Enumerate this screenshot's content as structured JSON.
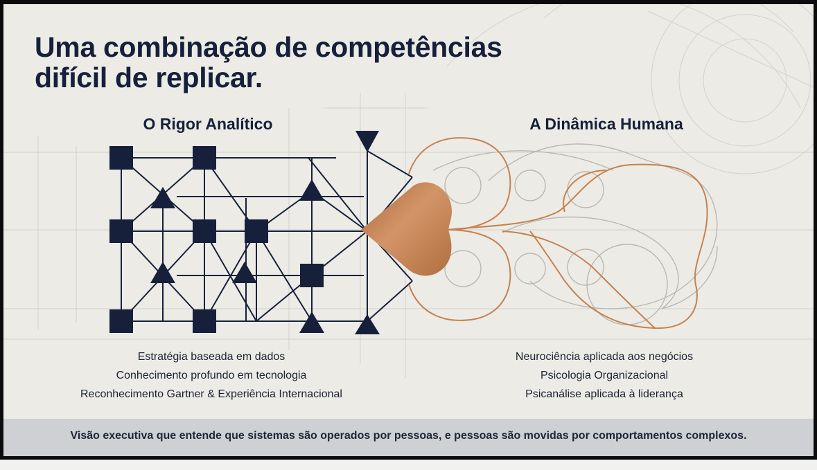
{
  "title": {
    "line1": "Uma combinação de competências",
    "line2": "difícil de replicar."
  },
  "left_column": {
    "heading": "O Rigor Analítico",
    "items": [
      "Estratégia baseada em dados",
      "Conhecimento profundo em tecnologia",
      "Reconhecimento Gartner & Experiência Internacional"
    ]
  },
  "right_column": {
    "heading": "A Dinâmica Humana",
    "items": [
      "Neurociência aplicada aos negócios",
      "Psicologia Organizacional",
      "Psicanálise aplicada à liderança"
    ]
  },
  "footer": {
    "text": "Visão executiva que entende que sistemas são operados por pessoas, e pessoas são movidas por comportamentos complexos."
  },
  "colors": {
    "navy": "#16203a",
    "copper": "#c6814f",
    "background": "#ecebe6",
    "footer_band": "#cfd0d3"
  },
  "icons": [
    "network-node-square",
    "network-node-triangle",
    "copper-heart-shape",
    "organic-loop-curves"
  ]
}
